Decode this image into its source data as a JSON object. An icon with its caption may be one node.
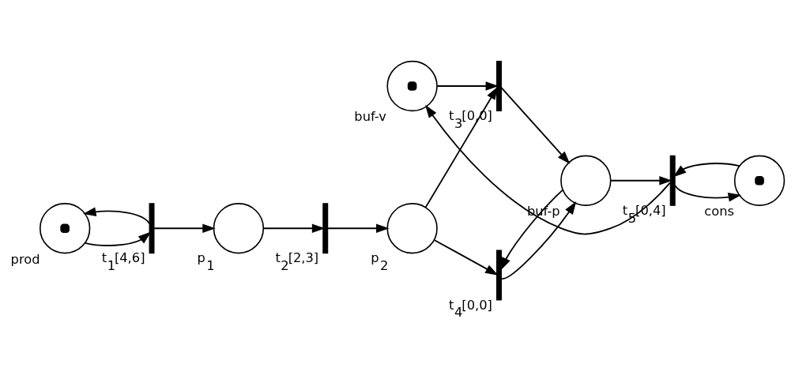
{
  "diagram": {
    "nodes": [
      {
        "text": [
          "buf-v"
        ]
      },
      {
        "text": [],
        "shape": "bar",
        "beside": [
          "t$_{3}$",
          "[0,0]"
        ]
      },
      {
        "text": [
          "cons"
        ]
      },
      {
        "text": [
          "prod"
        ]
      },
      {
        "text": [],
        "shape": "bar",
        "beside": [
          "t$_{1}$",
          "[4,6]"
        ]
      },
      {
        "text": [
          "p$_{1}$"
        ]
      },
      {
        "text": [],
        "shape": "bar",
        "beside": [
          "t$_{2}$",
          "[2,3]"
        ]
      },
      {
        "text": [
          "p$_{2}$"
        ]
      },
      {
        "text": [
          "buf-p"
        ]
      },
      {
        "text": [],
        "shape": "bar",
        "beside": [
          "t$_{5}$",
          "[0,4]"
        ]
      },
      {
        "text": [],
        "shape": "bar",
        "beside": [
          "t$_{4}$",
          "[0,0]"
        ]
      }
    ],
    "edges": [
      {
        "from": 3,
        "to": 4,
        "arrow": "to"
      },
      {
        "from": 4,
        "to": 3,
        "arrow": "to"
      },
      {
        "from": 4,
        "to": 5,
        "arrow": "to"
      },
      {
        "from": 5,
        "to": 6,
        "arrow": "to"
      },
      {
        "from": 6,
        "to": 7,
        "arrow": "to"
      },
      {
        "from": 7,
        "to": 1,
        "arrow": "to"
      },
      {
        "from": 7,
        "to": 10,
        "arrow": "to"
      },
      {
        "from": 0,
        "to": 1,
        "arrow": "to"
      },
      {
        "from": 1,
        "to": 8,
        "arrow": "to"
      },
      {
        "from": 8,
        "to": 10,
        "arrow": "to"
      },
      {
        "from": 10,
        "to": 8,
        "arrow": "to"
      },
      {
        "from": 8,
        "to": 9,
        "arrow": "to"
      },
      {
        "from": 9,
        "to": 0,
        "arrow": "to"
      },
      {
        "from": 2,
        "to": 9,
        "arrow": "to"
      },
      {
        "from": 9,
        "to": 2,
        "arrow": "to"
      }
    ]
  }
}
